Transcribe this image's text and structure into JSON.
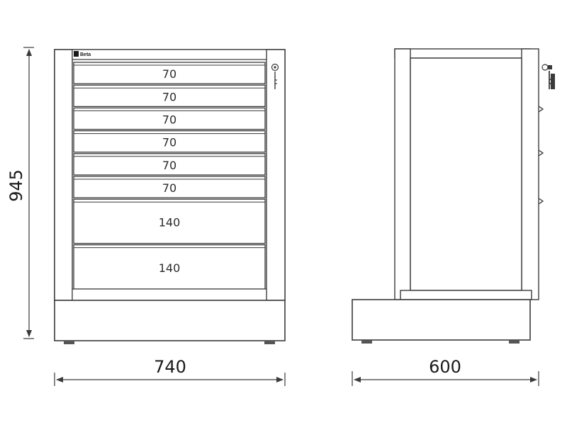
{
  "brand": "Beta",
  "dimensions": {
    "height": "945",
    "front_width": "740",
    "side_depth": "600"
  },
  "drawers": [
    {
      "height": "70"
    },
    {
      "height": "70"
    },
    {
      "height": "70"
    },
    {
      "height": "70"
    },
    {
      "height": "70"
    },
    {
      "height": "70"
    },
    {
      "height": "140"
    },
    {
      "height": "140"
    }
  ]
}
